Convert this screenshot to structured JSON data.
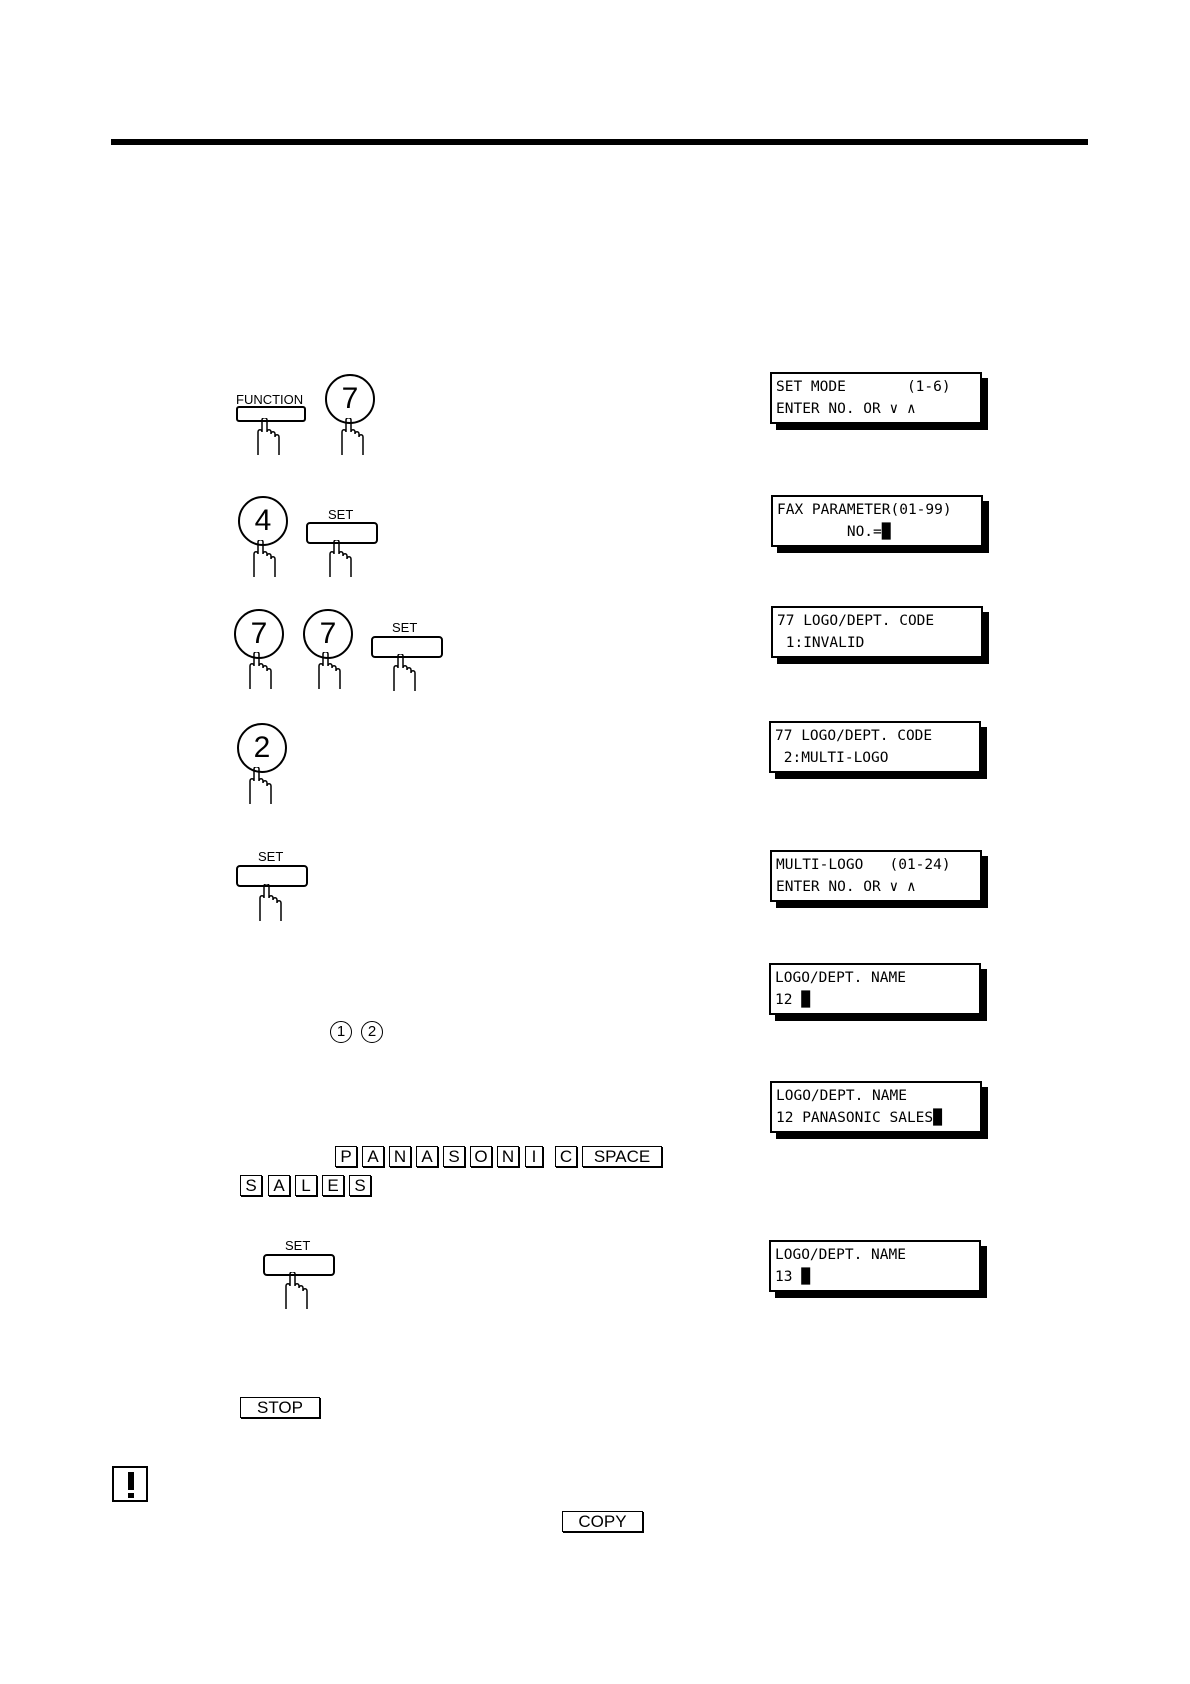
{
  "steps": {
    "s1": {
      "key_function": "FUNCTION",
      "key_7": "7",
      "lcd": [
        "SET MODE       (1-6)",
        "ENTER NO. OR ∨ ∧"
      ]
    },
    "s2": {
      "key_4": "4",
      "key_set": "SET",
      "lcd": [
        "FAX PARAMETER(01-99)",
        "        NO.=█"
      ]
    },
    "s3": {
      "key_7a": "7",
      "key_7b": "7",
      "key_set": "SET",
      "lcd": [
        "77 LOGO/DEPT. CODE",
        " 1:INVALID"
      ]
    },
    "s4": {
      "key_2": "2",
      "lcd": [
        "77 LOGO/DEPT. CODE",
        " 2:MULTI-LOGO"
      ]
    },
    "s5": {
      "key_set": "SET",
      "lcd": [
        "MULTI-LOGO   (01-24)",
        "ENTER NO. OR ∨ ∧"
      ]
    },
    "s6": {
      "keys": [
        "1",
        "2"
      ],
      "lcd": [
        "LOGO/DEPT. NAME",
        "12 █"
      ]
    },
    "s7": {
      "keys_row1": [
        "P",
        "A",
        "N",
        "A",
        "S",
        "O",
        "N",
        "I",
        "C",
        "SPACE"
      ],
      "keys_row2": [
        "S",
        "A",
        "L",
        "E",
        "S"
      ],
      "lcd": [
        "LOGO/DEPT. NAME",
        "12 PANASONIC SALES█"
      ]
    },
    "s8": {
      "key_set": "SET",
      "lcd": [
        "LOGO/DEPT. NAME",
        "13 █"
      ]
    },
    "s9": {
      "key_stop": "STOP"
    }
  },
  "note": {
    "icon": "exclamation-note-icon",
    "key_copy": "COPY"
  }
}
